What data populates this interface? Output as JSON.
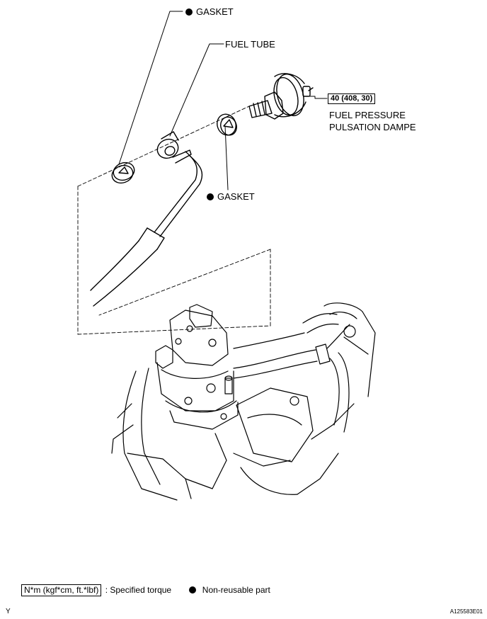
{
  "labels": {
    "gasket_top": "GASKET",
    "fuel_tube": "FUEL TUBE",
    "gasket_mid": "GASKET",
    "torque_value": "40 (408, 30)",
    "damper_line1": "FUEL PRESSURE",
    "damper_line2": "PULSATION DAMPE"
  },
  "legend": {
    "torque_units": "N*m (kgf*cm, ft.*lbf)",
    "torque_text": ": Specified torque",
    "nonreusable_text": "Non-reusable part"
  },
  "footer": {
    "left_mark": "Y",
    "figure_code": "A125583E01"
  },
  "colors": {
    "ink": "#000000",
    "paper": "#ffffff"
  }
}
